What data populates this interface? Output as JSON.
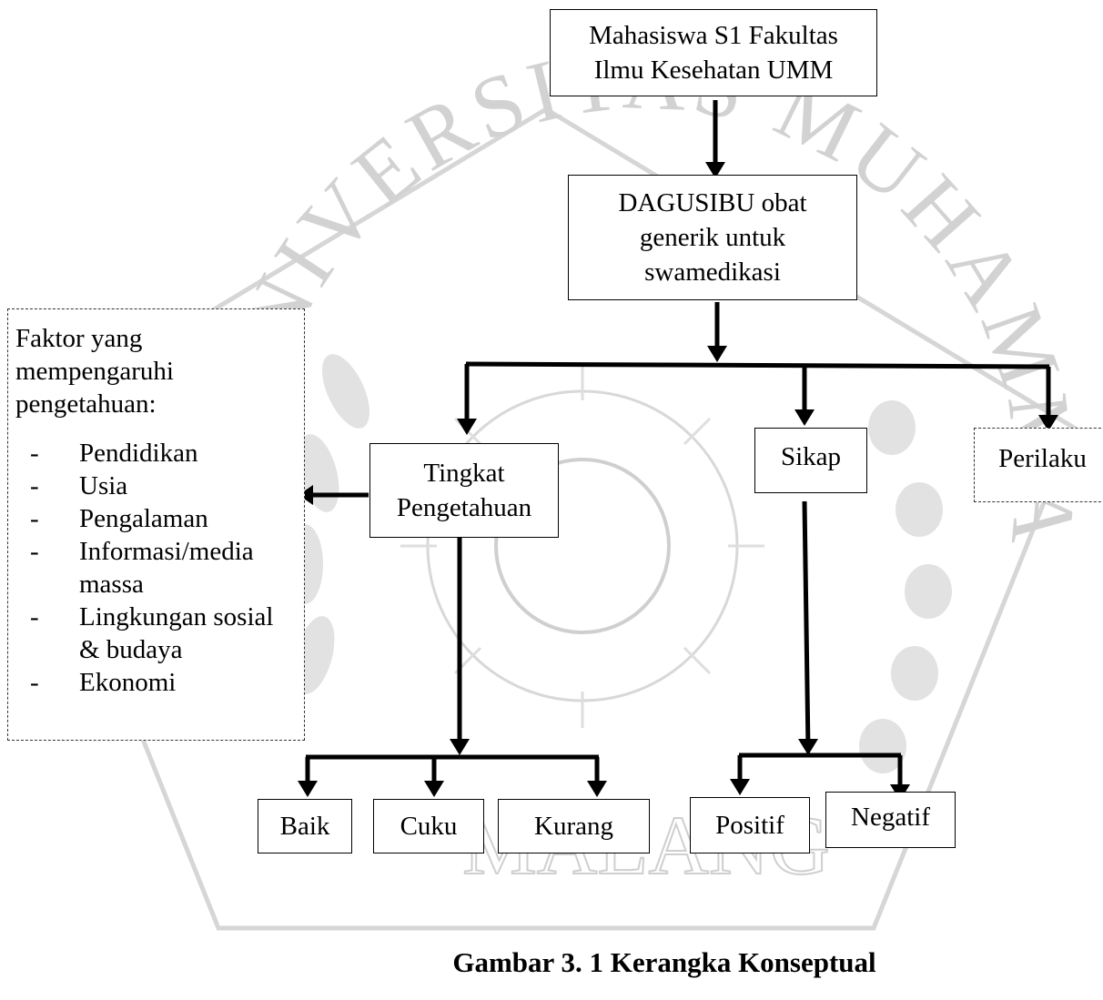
{
  "nodes": {
    "mahasiswa": {
      "lines": [
        "Mahasiswa S1 Fakultas",
        "Ilmu Kesehatan UMM"
      ]
    },
    "dagusibu": {
      "lines": [
        "DAGUSIBU obat",
        "generik untuk",
        "swamedikasi"
      ]
    },
    "tingkat": {
      "lines": [
        "Tingkat",
        "Pengetahuan"
      ]
    },
    "sikap": {
      "label": "Sikap"
    },
    "perilaku": {
      "label": "Perilaku"
    },
    "baik": {
      "label": "Baik"
    },
    "cuku": {
      "label": "Cuku"
    },
    "kurang": {
      "label": "Kurang"
    },
    "positif": {
      "label": "Positif"
    },
    "negatif": {
      "label": "Negatif"
    }
  },
  "factors": {
    "title": "Faktor yang mempengaruhi pengetahuan:",
    "bullet": "-",
    "items": [
      "Pendidikan",
      "Usia",
      "Pengalaman",
      "Informasi/media massa",
      "Lingkungan sosial & budaya",
      "Ekonomi"
    ]
  },
  "caption": "Gambar 3. 1  Kerangka Konseptual",
  "watermark": {
    "top_arc": "UNIVERSITAS MUHAMMADIYAH",
    "bottom": "MALANG",
    "color": "#bdbdbd"
  }
}
